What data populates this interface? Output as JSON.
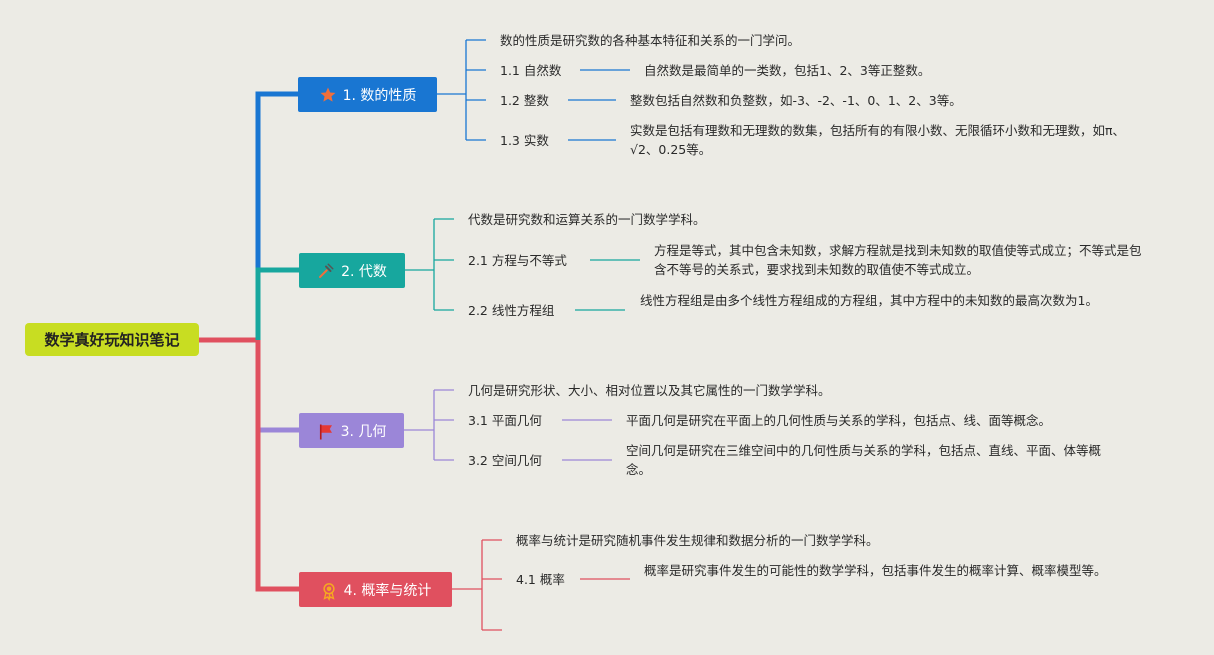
{
  "root": {
    "label": "数学真好玩知识笔记"
  },
  "branches": [
    {
      "label": "1. 数的性质",
      "icon": "star-icon",
      "color": "#1976d2",
      "intro": "数的性质是研究数的各种基本特征和关系的一门学问。",
      "items": [
        {
          "label": "1.1 自然数",
          "desc": "自然数是最简单的一类数，包括1、2、3等正整数。"
        },
        {
          "label": "1.2 整数",
          "desc": "整数包括自然数和负整数，如-3、-2、-1、0、1、2、3等。"
        },
        {
          "label": "1.3 实数",
          "desc": "实数是包括有理数和无理数的数集，包括所有的有限小数、无限循环小数和无理数，如π、√2、0.25等。"
        }
      ]
    },
    {
      "label": "2. 代数",
      "icon": "tools-icon",
      "color": "#17a79e",
      "intro": "代数是研究数和运算关系的一门数学学科。",
      "items": [
        {
          "label": "2.1 方程与不等式",
          "desc": "方程是等式，其中包含未知数，求解方程就是找到未知数的取值使等式成立；不等式是包含不等号的关系式，要求找到未知数的取值使不等式成立。"
        },
        {
          "label": "2.2 线性方程组",
          "desc": "线性方程组是由多个线性方程组成的方程组，其中方程中的未知数的最高次数为1。"
        }
      ]
    },
    {
      "label": "3. 几何",
      "icon": "flag-icon",
      "color": "#9b86d8",
      "intro": "几何是研究形状、大小、相对位置以及其它属性的一门数学学科。",
      "items": [
        {
          "label": "3.1 平面几何",
          "desc": "平面几何是研究在平面上的几何性质与关系的学科，包括点、线、面等概念。"
        },
        {
          "label": "3.2 空间几何",
          "desc": "空间几何是研究在三维空间中的几何性质与关系的学科，包括点、直线、平面、体等概念。"
        }
      ]
    },
    {
      "label": "4. 概率与统计",
      "icon": "award-icon",
      "color": "#e0505f",
      "intro": "概率与统计是研究随机事件发生规律和数据分析的一门数学学科。",
      "items": [
        {
          "label": "4.1 概率",
          "desc": "概率是研究事件发生的可能性的数学学科，包括事件发生的概率计算、概率模型等。"
        }
      ]
    }
  ],
  "colors": {
    "root": "#c8dd22",
    "background": "#ecebe5"
  }
}
